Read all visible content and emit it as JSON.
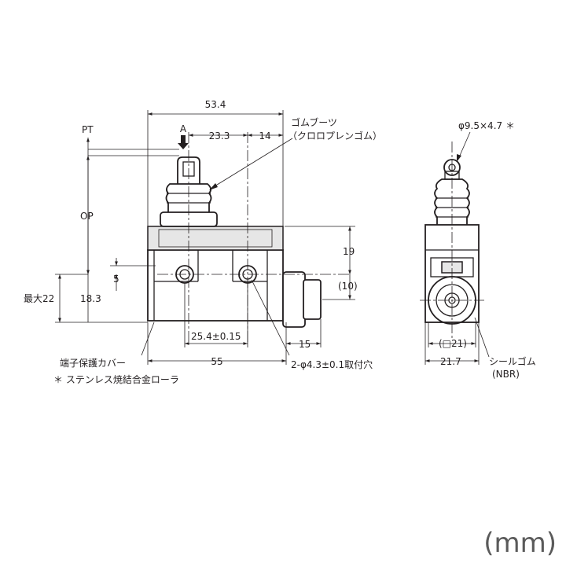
{
  "drawing": {
    "front_view": {
      "dims": {
        "total_width": "53.4",
        "a_to_mid": "23.3",
        "mid_gap": "14",
        "pt": "PT",
        "op": "OP",
        "a_label": "A",
        "height_upper": "19",
        "ref_10": "(10)",
        "hole_offset": "5",
        "max_height_prefix": "最大22",
        "max_height_value": "18.3",
        "hole_pitch_num": "25.4",
        "hole_pitch_tol": "±0.15",
        "base_width": "55",
        "conduit_len": "15",
        "hole_spec_prefix": "2-φ4.3",
        "hole_spec_tol": "±0.1",
        "hole_spec_suffix": "取付穴"
      },
      "labels": {
        "boot_line1": "ゴムブーツ",
        "boot_line2": "（クロロプレンゴム）",
        "terminal_cover": "端子保護カバー",
        "roller_note": "＊ ステンレス焼結合金ローラ"
      }
    },
    "side_view": {
      "dims": {
        "roller_spec": "φ9.5×4.7 ＊",
        "square": "(□21)",
        "width": "21.7"
      },
      "labels": {
        "seal_line1": "シールゴム",
        "seal_line2": "(NBR)"
      }
    },
    "unit": "(mm)"
  }
}
